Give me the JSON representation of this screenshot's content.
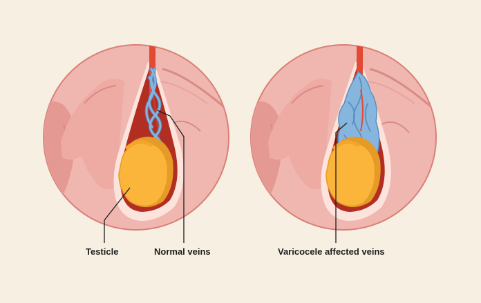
{
  "labels": {
    "testicle": "Testicle",
    "normal_veins": "Normal veins",
    "varicocele_veins": "Varicocele affected veins"
  },
  "colors": {
    "background": "#f7efe1",
    "skin_light": "#f0b7b0",
    "skin_mid": "#e49a93",
    "skin_dark": "#d97f78",
    "scrotal_lining": "#fce4dc",
    "cavity": "#b22e23",
    "artery": "#e24a35",
    "vein": "#86b5de",
    "vein_outline": "#5b8fc0",
    "testicle": "#fbb53b",
    "testicle_shadow": "#e59b26",
    "leader_line": "#1d1d1d"
  },
  "icons": {
    "normal_panel": "normal-scrotum-illustration",
    "varicocele_panel": "varicocele-scrotum-illustration"
  }
}
